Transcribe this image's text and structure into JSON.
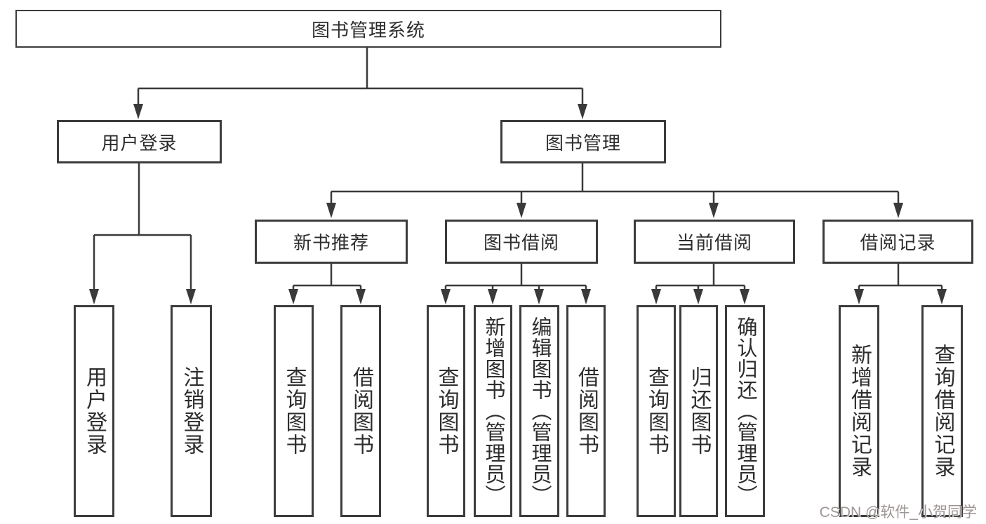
{
  "diagram_title": "图书管理系统",
  "nodes": {
    "root": "图书管理系统",
    "level2": [
      "用户登录",
      "图书管理"
    ],
    "level3": [
      "新书推荐",
      "图书借阅",
      "当前借阅",
      "借阅记录"
    ],
    "leaves": [
      "用户登录",
      "注销登录",
      "查询图书",
      "借阅图书",
      "查询图书",
      "新增图书（管理员）",
      "编辑图书（管理员）",
      "借阅图书",
      "查询图书",
      "归还图书",
      "确认归还（管理员）",
      "新增借阅记录",
      "查询借阅记录"
    ]
  },
  "hierarchy": {
    "图书管理系统": [
      "用户登录",
      "图书管理"
    ],
    "用户登录": [
      "用户登录",
      "注销登录"
    ],
    "图书管理": [
      "新书推荐",
      "图书借阅",
      "当前借阅",
      "借阅记录"
    ],
    "新书推荐": [
      "查询图书",
      "借阅图书"
    ],
    "图书借阅": [
      "查询图书",
      "新增图书（管理员）",
      "编辑图书（管理员）",
      "借阅图书"
    ],
    "当前借阅": [
      "查询图书",
      "归还图书",
      "确认归还（管理员）"
    ],
    "借阅记录": [
      "新增借阅记录",
      "查询借阅记录"
    ]
  },
  "watermark": {
    "text": "CSDN @软件_小贺同学",
    "color": "#9e9594"
  },
  "colors": {
    "background": "#ffffff",
    "box_border": "#3c3c3c",
    "connector_line": "#3a3a3a",
    "text": "#2d2d2d"
  }
}
